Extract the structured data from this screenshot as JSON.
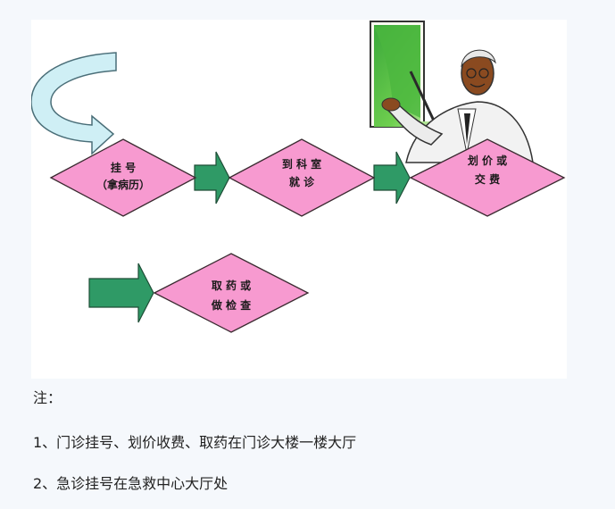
{
  "diagram": {
    "colors": {
      "node_fill": "#f79ad0",
      "node_stroke": "#3a2a30",
      "arrow_fill": "#2f9a66",
      "arrow_stroke": "#1d4d36",
      "curved_arrow_fill": "#cfeff5",
      "curved_arrow_stroke": "#4a6e78",
      "board_fill": "#5cc24a"
    },
    "nodes": [
      {
        "id": "register",
        "line1": "挂    号",
        "line2": "（拿病历）"
      },
      {
        "id": "department",
        "line1": "到 科 室",
        "line2": "就    诊"
      },
      {
        "id": "billing",
        "line1": "划 价 或",
        "line2": "交    费"
      },
      {
        "id": "pharmacy",
        "line1": "取 药 或",
        "line2": "做 检 查"
      }
    ],
    "illustration": "teacher-with-pointer-clipart"
  },
  "notes": {
    "title": "注：",
    "items": [
      "1、门诊挂号、划价收费、取药在门诊大楼一楼大厅",
      "2、急诊挂号在急救中心大厅处"
    ]
  }
}
